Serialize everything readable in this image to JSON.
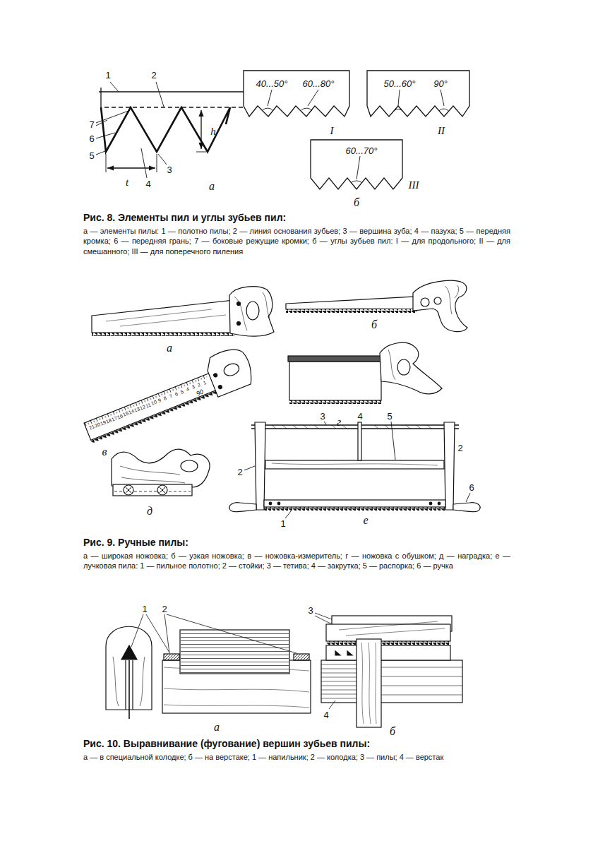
{
  "diagram": {
    "labels": [
      "1",
      "2",
      "7",
      "6",
      "5",
      "3",
      "4",
      "t",
      "h",
      "а",
      "40...50°",
      "60...80°",
      "I",
      "50...60°",
      "90°",
      "II",
      "60...70°",
      "III",
      "б",
      "Рис. 8. Элементы пил и углы зубьев пил:",
      "а — элементы пилы: 1 — полотно пилы; 2 — линия основания зубьев; 3 — вершина зуба; 4 — пазуха; 5 — передняя кромка; 6 — передняя грань; 7 — боковые режущие кромки; б — углы зубьев пил: I — для продольного; II — для смешанного; III — для поперечного пиления",
      "а",
      "б",
      "в",
      "г",
      "д",
      "е",
      "3",
      "4",
      "5",
      "2",
      "2",
      "6",
      "1",
      "90",
      "1",
      "2",
      "3",
      "4",
      "5",
      "6",
      "7",
      "8",
      "9",
      "10",
      "11",
      "12",
      "13",
      "14",
      "15",
      "16",
      "17",
      "18",
      "19",
      "20",
      "21",
      "1",
      "2",
      "а",
      "3",
      "4",
      "б",
      "Рис. 9. Ручные пилы:",
      "а — широкая ножовка; б — узкая ножовка; в — ножовка-измеритель; г — ножовка с обушком; д — наградка; е — лучковая пила: 1 — пильное полотно; 2 — стойки; 3 — тетива; 4 — закрутка; 5 — распорка; 6 — ручка",
      "Рис. 10. Выравнивание (фугование) вершин зубьев пилы:",
      "а — в специальной колодке; б — на верстаке; 1 — напильник; 2 — колодка; 3 — пилы; 4 — верстак"
    ]
  }
}
